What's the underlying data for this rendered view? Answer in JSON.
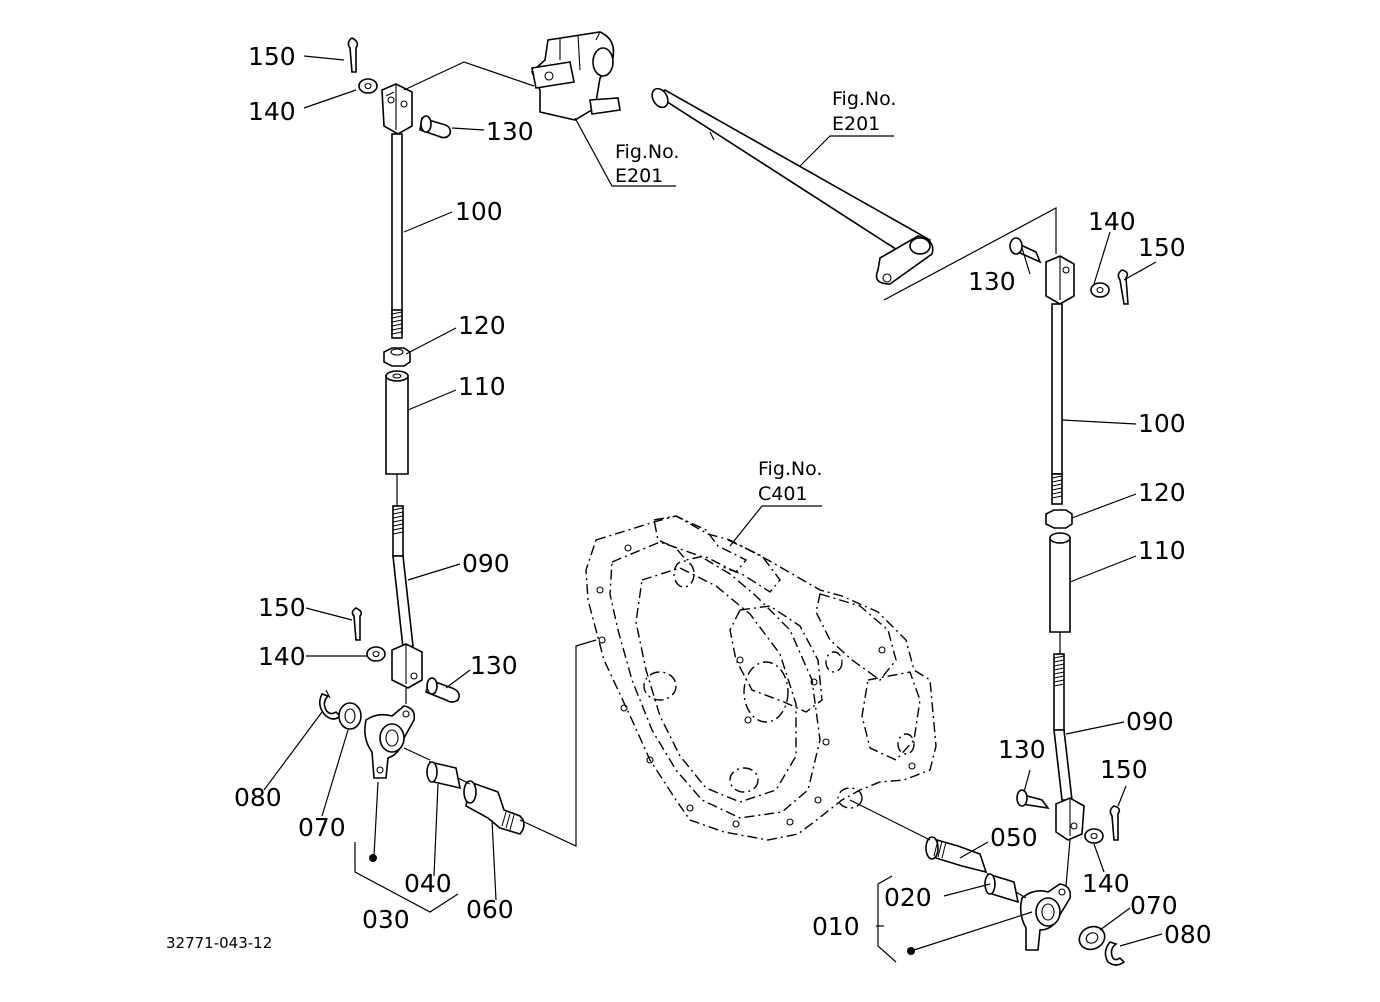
{
  "document_id": "32771-043-12",
  "figure_refs": {
    "upper_bracket": {
      "label": "Fig.No.",
      "number": "E201"
    },
    "shaft": {
      "label": "Fig.No.",
      "number": "E201"
    },
    "housing": {
      "label": "Fig.No.",
      "number": "C401"
    }
  },
  "callouts": {
    "left": {
      "c150_top": "150",
      "c140_top": "140",
      "c130_top": "130",
      "c100": "100",
      "c120": "120",
      "c110": "110",
      "c090": "090",
      "c150_mid": "150",
      "c140_mid": "140",
      "c130_mid": "130",
      "c080": "080",
      "c070": "070",
      "c040": "040",
      "c060": "060",
      "c030": "030"
    },
    "right": {
      "c140_top": "140",
      "c150_top": "150",
      "c130_top": "130",
      "c100": "100",
      "c120": "120",
      "c110": "110",
      "c090": "090",
      "c130_mid": "130",
      "c150_mid": "150",
      "c050": "050",
      "c140_mid": "140",
      "c020": "020",
      "c070": "070",
      "c010": "010",
      "c080": "080"
    }
  }
}
